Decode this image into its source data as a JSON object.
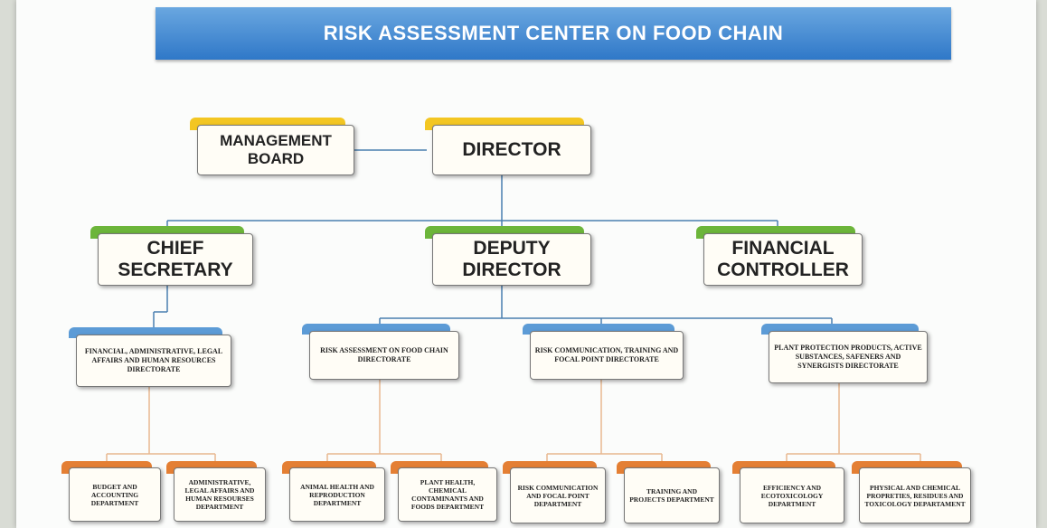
{
  "title": "RISK ASSESSMENT CENTER ON FOOD CHAIN",
  "colors": {
    "banner": "#3a84d0",
    "top_level": "#f3c622",
    "second_level": "#6cb53a",
    "directorate": "#5c9bd6",
    "department": "#e47f34",
    "connector": "#4a7fb0"
  },
  "nodes": {
    "management_board": "MANAGEMENT BOARD",
    "director": "DIRECTOR",
    "chief_secretary": "CHIEF SECRETARY",
    "deputy_director": "DEPUTY DIRECTOR",
    "financial_controller": "FINANCIAL CONTROLLER",
    "directorates": [
      "FINANCIAL, ADMINISTRATIVE, LEGAL AFFAIRS AND HUMAN RESOURCES DIRECTORATE",
      "RISK ASSESSMENT ON FOOD CHAIN DIRECTORATE",
      "RISK COMMUNICATION, TRAINING AND FOCAL POINT DIRECTORATE",
      "PLANT PROTECTION PRODUCTS, ACTIVE SUBSTANCES, SAFENERS AND SYNERGISTS DIRECTORATE"
    ],
    "departments": [
      "BUDGET AND ACCOUNTING DEPARTMENT",
      "ADMINISTRATIVE, LEGAL AFFAIRS AND HUMAN RESOURSES DEPARTMENT",
      "ANIMAL HEALTH AND REPRODUCTION DEPARTMENT",
      "PLANT HEALTH, CHEMICAL CONTAMINANTS AND FOODS DEPARTMENT",
      "RISK COMMUNICATION AND FOCAL POINT DEPARTMENT",
      "TRAINING AND PROJECTS DEPARTMENT",
      "EFFICIENCY AND ECOTOXICOLOGY DEPARTMENT",
      "PHYSICAL AND CHEMICAL PROPRETIES, RESIDUES AND TOXICOLOGY DEPARTAMENT"
    ]
  }
}
